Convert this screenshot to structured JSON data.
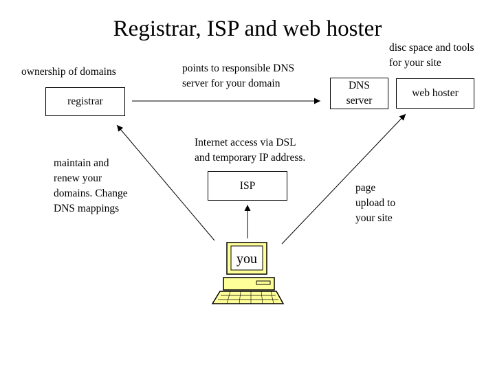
{
  "title": "Registrar, ISP and web hoster",
  "labels": {
    "ownership": "ownership of domains",
    "points_to": "points to responsible DNS\nserver for your domain",
    "disc_space": "disc space and tools\nfor your site",
    "internet_access": "Internet access via DSL\nand temporary IP address.",
    "maintain": "maintain and\nrenew your\ndomains. Change\nDNS mappings",
    "page_upload": "page\nupload to\nyour site"
  },
  "boxes": {
    "registrar": "registrar",
    "dns": "DNS\nserver",
    "web_hoster": "web hoster",
    "isp": "ISP"
  },
  "computer": {
    "screen_label": "you"
  }
}
